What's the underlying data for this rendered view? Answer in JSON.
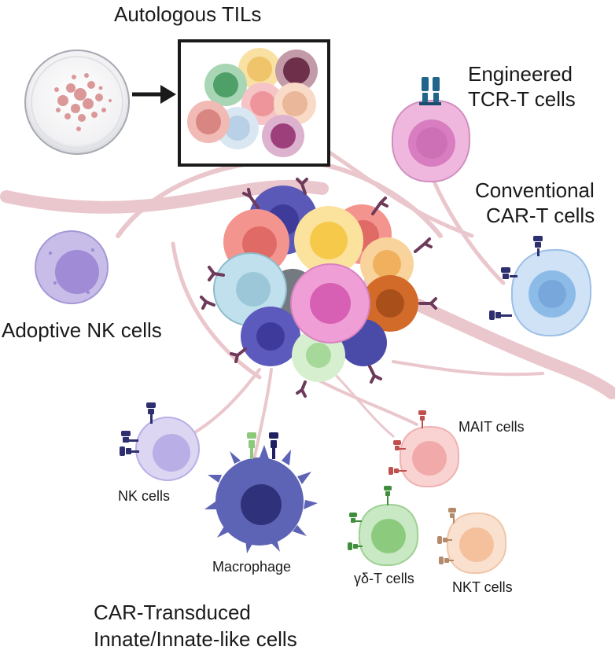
{
  "labels": {
    "autologous_tils": "Autologous TILs",
    "tcr_t_line1": "Engineered",
    "tcr_t_line2": "TCR-T cells",
    "car_t_line1": "Conventional",
    "car_t_line2": "CAR-T cells",
    "adoptive_nk": "Adoptive NK cells",
    "nk_cells": "NK cells",
    "macrophage": "Macrophage",
    "mait_cells": "MAIT cells",
    "gd_t_cells": "γδ-T cells",
    "nkt_cells": "NKT cells",
    "car_transduced_line1": "CAR-Transduced",
    "car_transduced_line2": "Innate/Innate-like cells"
  },
  "colors": {
    "fiber": "#eac7cc",
    "outline": "#1a1a1a",
    "receptor_navy": "#2e2f6e",
    "receptor_teal": "#22658a",
    "receptor_green": "#3f8e3b",
    "receptor_red": "#c0504d",
    "receptor_tan": "#b58a6a",
    "tumor_receptor": "#6e3a5a"
  }
}
